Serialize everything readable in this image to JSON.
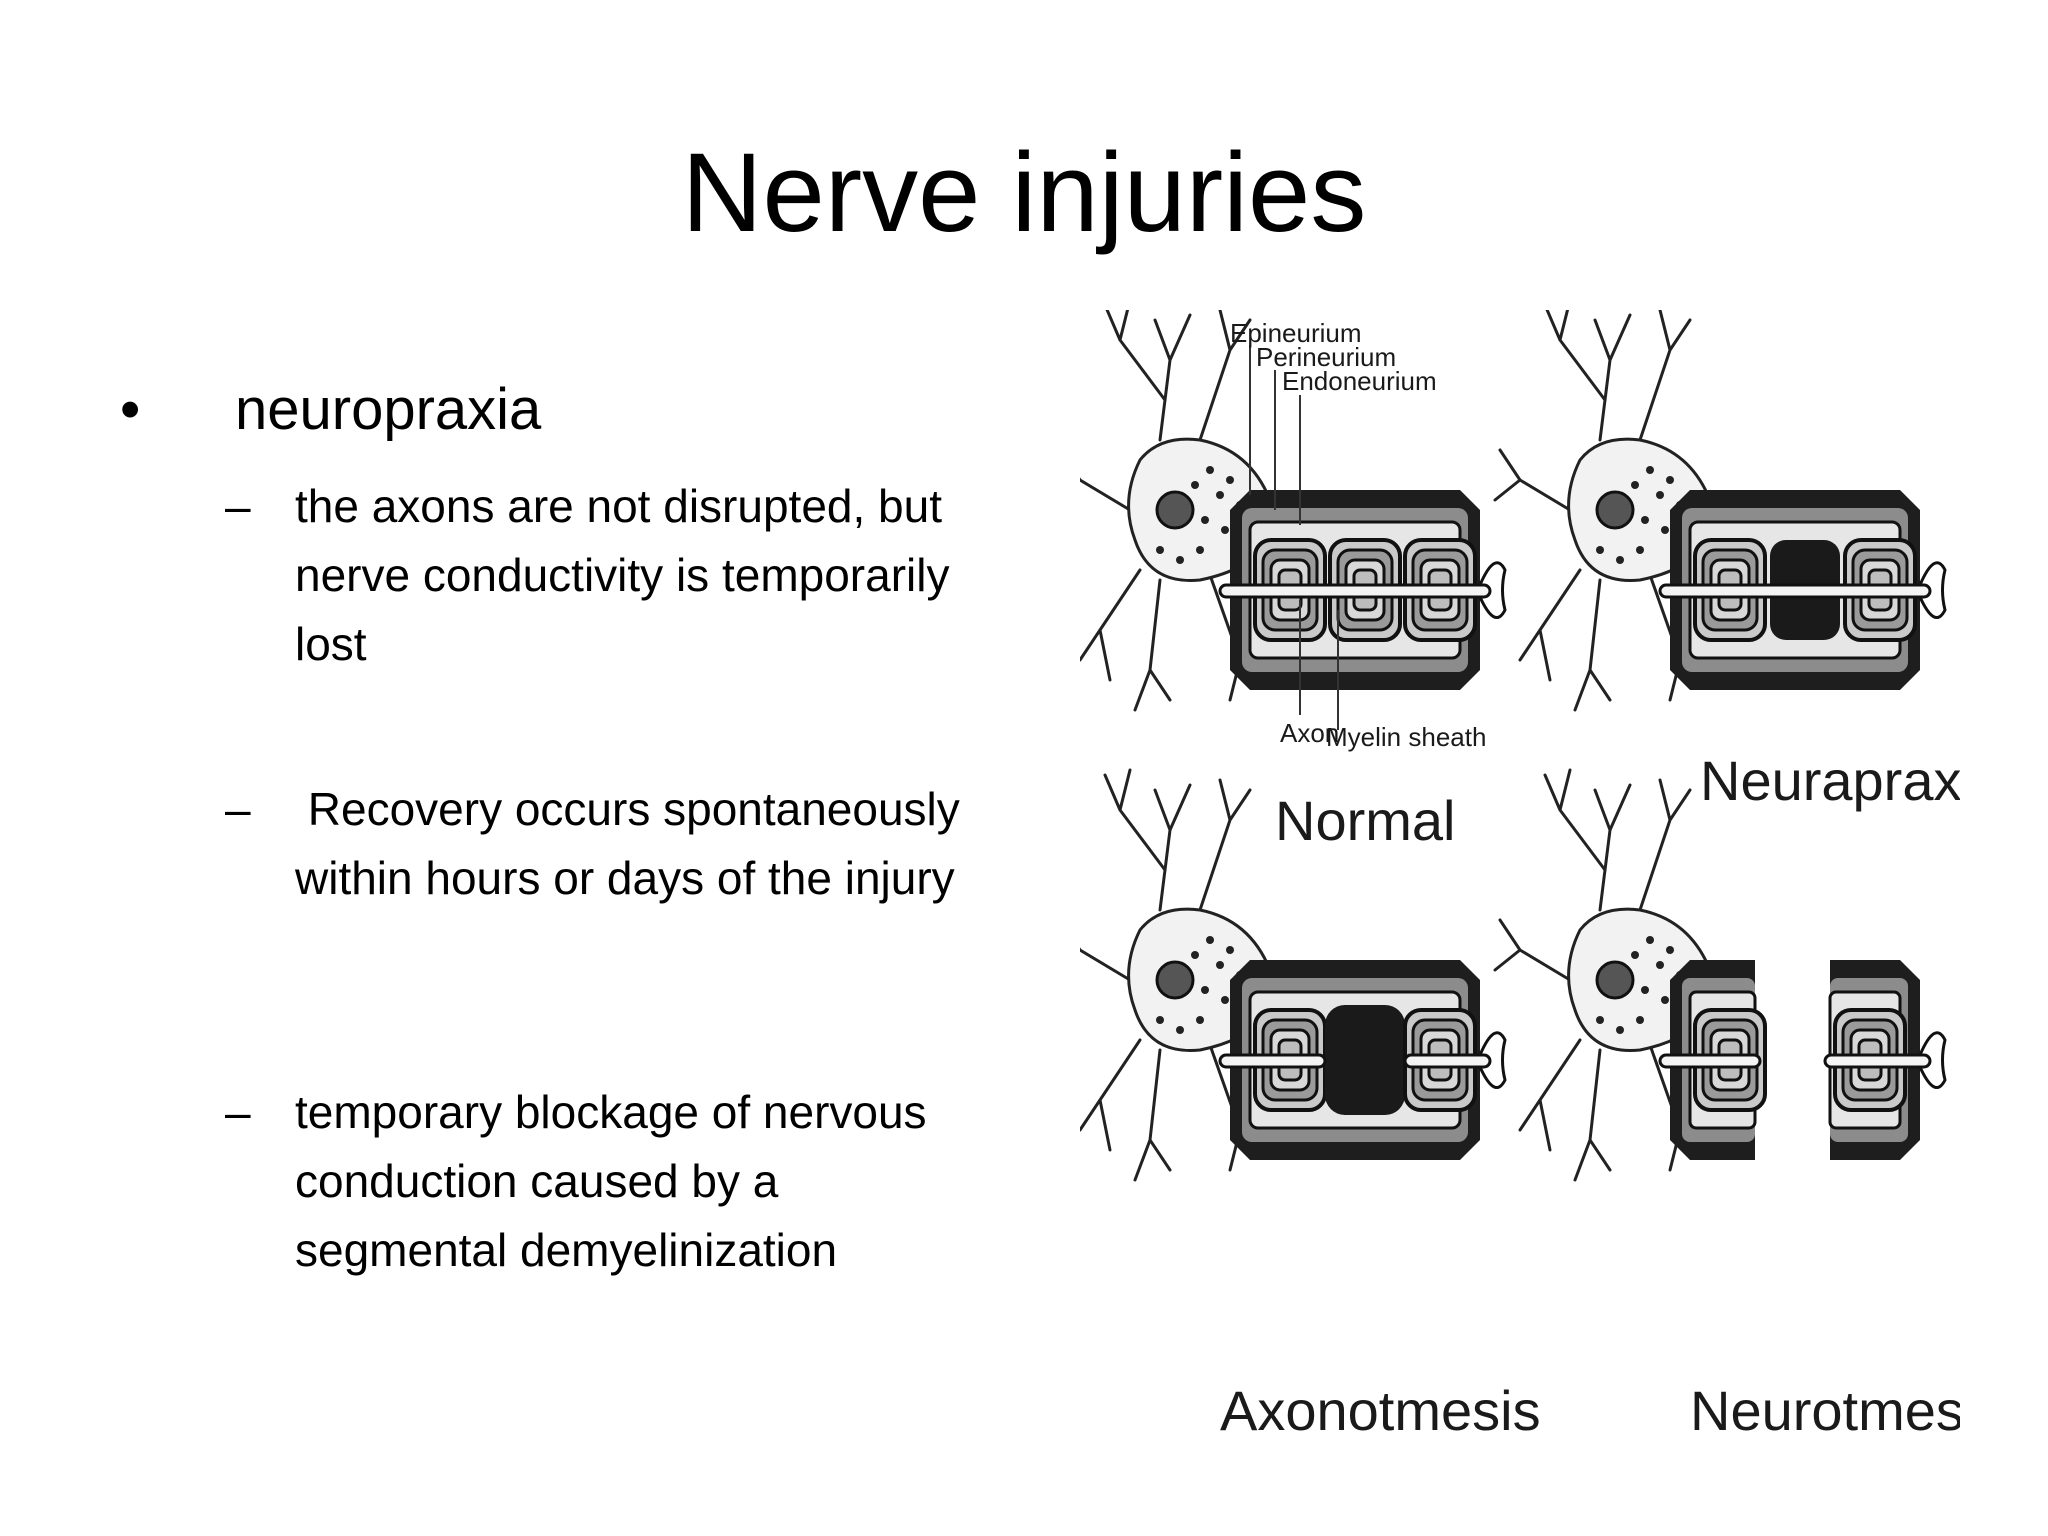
{
  "slide": {
    "title": "Nerve injuries",
    "bullet": {
      "marker": "•",
      "text": "neuropraxia"
    },
    "subpoints": [
      {
        "marker": "–",
        "text": "the axons are not disrupted, but nerve conductivity is temporarily lost"
      },
      {
        "marker": "–",
        "text": " Recovery occurs spontaneously within hours or days of the injury"
      },
      {
        "marker": "–",
        "text": "temporary blockage of nervous conduction caused by a segmental demyelinization"
      }
    ]
  },
  "figure": {
    "structure_labels": {
      "epineurium": "Epineurium",
      "perineurium": "Perineurium",
      "endoneurium": "Endoneurium",
      "axon": "Axon",
      "myelin": "Myelin sheath"
    },
    "panels": [
      {
        "caption": "Normal"
      },
      {
        "caption": "Neurapraxia"
      },
      {
        "caption": "Axonotmesis"
      },
      {
        "caption": "Neurotmesis"
      }
    ]
  }
}
